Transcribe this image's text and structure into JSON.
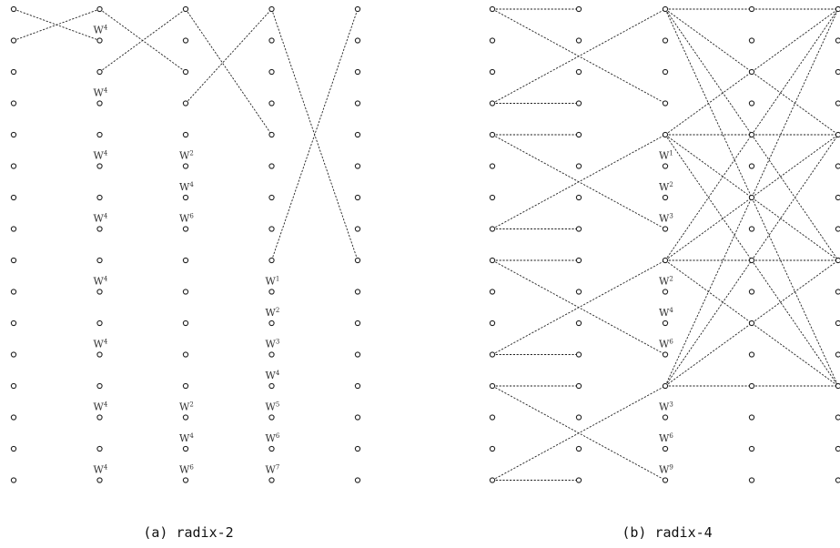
{
  "diagrams": [
    {
      "id": "radix2",
      "caption": "(a)  radix-2",
      "columns": 5,
      "rows": 16,
      "edges": [
        [
          0,
          0,
          1,
          1
        ],
        [
          0,
          1,
          1,
          0
        ],
        [
          1,
          0,
          2,
          2
        ],
        [
          1,
          2,
          2,
          0
        ],
        [
          2,
          0,
          3,
          4
        ],
        [
          2,
          3,
          3,
          0
        ],
        [
          3,
          0,
          4,
          8
        ],
        [
          3,
          8,
          4,
          0
        ]
      ],
      "twiddles": [
        {
          "col": 1,
          "row": 1,
          "base": "W",
          "exp": "4"
        },
        {
          "col": 1,
          "row": 3,
          "base": "W",
          "exp": "4"
        },
        {
          "col": 1,
          "row": 5,
          "base": "W",
          "exp": "4"
        },
        {
          "col": 1,
          "row": 7,
          "base": "W",
          "exp": "4"
        },
        {
          "col": 1,
          "row": 9,
          "base": "W",
          "exp": "4"
        },
        {
          "col": 1,
          "row": 11,
          "base": "W",
          "exp": "4"
        },
        {
          "col": 1,
          "row": 13,
          "base": "W",
          "exp": "4"
        },
        {
          "col": 1,
          "row": 15,
          "base": "W",
          "exp": "4"
        },
        {
          "col": 2,
          "row": 5,
          "base": "W",
          "exp": "2"
        },
        {
          "col": 2,
          "row": 6,
          "base": "W",
          "exp": "4"
        },
        {
          "col": 2,
          "row": 7,
          "base": "W",
          "exp": "6"
        },
        {
          "col": 2,
          "row": 13,
          "base": "W",
          "exp": "2"
        },
        {
          "col": 2,
          "row": 14,
          "base": "W",
          "exp": "4"
        },
        {
          "col": 2,
          "row": 15,
          "base": "W",
          "exp": "6"
        },
        {
          "col": 3,
          "row": 9,
          "base": "W",
          "exp": "1"
        },
        {
          "col": 3,
          "row": 10,
          "base": "W",
          "exp": "2"
        },
        {
          "col": 3,
          "row": 11,
          "base": "W",
          "exp": "3"
        },
        {
          "col": 3,
          "row": 12,
          "base": "W",
          "exp": "4"
        },
        {
          "col": 3,
          "row": 13,
          "base": "W",
          "exp": "5"
        },
        {
          "col": 3,
          "row": 14,
          "base": "W",
          "exp": "6"
        },
        {
          "col": 3,
          "row": 15,
          "base": "W",
          "exp": "7"
        }
      ]
    },
    {
      "id": "radix4",
      "caption": "(b)  radix-4",
      "columns": 5,
      "rows": 16,
      "edges": [
        [
          0,
          0,
          1,
          0
        ],
        [
          0,
          0,
          2,
          3
        ],
        [
          0,
          3,
          1,
          3
        ],
        [
          0,
          3,
          2,
          0
        ],
        [
          0,
          4,
          1,
          4
        ],
        [
          0,
          4,
          2,
          7
        ],
        [
          0,
          7,
          1,
          7
        ],
        [
          0,
          7,
          2,
          4
        ],
        [
          0,
          8,
          1,
          8
        ],
        [
          0,
          8,
          2,
          11
        ],
        [
          0,
          11,
          1,
          11
        ],
        [
          0,
          11,
          2,
          8
        ],
        [
          0,
          12,
          1,
          12
        ],
        [
          0,
          12,
          2,
          15
        ],
        [
          0,
          15,
          1,
          15
        ],
        [
          0,
          15,
          2,
          12
        ],
        [
          2,
          0,
          4,
          0
        ],
        [
          2,
          0,
          4,
          4
        ],
        [
          2,
          0,
          4,
          8
        ],
        [
          2,
          0,
          4,
          12
        ],
        [
          2,
          4,
          4,
          0
        ],
        [
          2,
          4,
          4,
          4
        ],
        [
          2,
          4,
          4,
          8
        ],
        [
          2,
          4,
          4,
          12
        ],
        [
          2,
          8,
          4,
          0
        ],
        [
          2,
          8,
          4,
          4
        ],
        [
          2,
          8,
          4,
          8
        ],
        [
          2,
          8,
          4,
          12
        ],
        [
          2,
          12,
          4,
          0
        ],
        [
          2,
          12,
          4,
          4
        ],
        [
          2,
          12,
          4,
          8
        ],
        [
          2,
          12,
          4,
          12
        ]
      ],
      "twiddles": [
        {
          "col": 2,
          "row": 5,
          "base": "W",
          "exp": "1"
        },
        {
          "col": 2,
          "row": 6,
          "base": "W",
          "exp": "2"
        },
        {
          "col": 2,
          "row": 7,
          "base": "W",
          "exp": "3"
        },
        {
          "col": 2,
          "row": 9,
          "base": "W",
          "exp": "2"
        },
        {
          "col": 2,
          "row": 10,
          "base": "W",
          "exp": "4"
        },
        {
          "col": 2,
          "row": 11,
          "base": "W",
          "exp": "6"
        },
        {
          "col": 2,
          "row": 13,
          "base": "W",
          "exp": "3"
        },
        {
          "col": 2,
          "row": 14,
          "base": "W",
          "exp": "6"
        },
        {
          "col": 2,
          "row": 15,
          "base": "W",
          "exp": "9"
        }
      ]
    }
  ]
}
